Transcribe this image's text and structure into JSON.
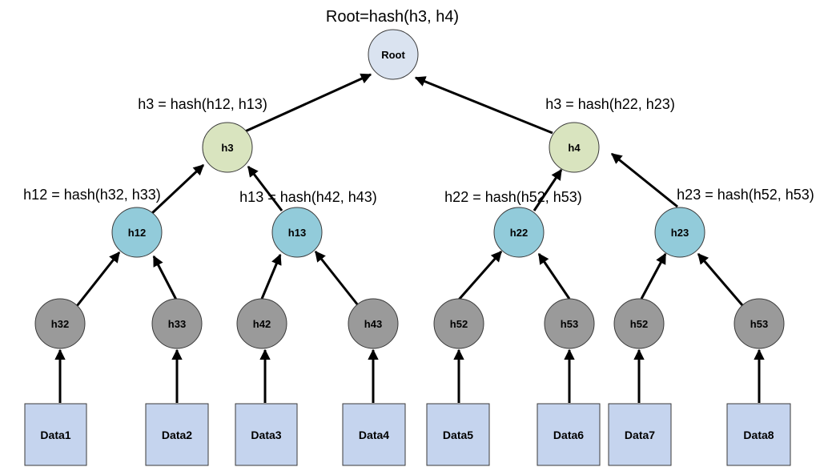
{
  "colors": {
    "root_fill": "#dae3f0",
    "level1_fill": "#d9e4bf",
    "level2_fill": "#92cbda",
    "leaf_fill": "#9a9a9a",
    "data_fill": "#c5d4ee",
    "edge": "#000000"
  },
  "formulas": {
    "root": "Root=hash(h3, h4)",
    "h3_left": "h3 = hash(h12, h13)",
    "h3_right": "h3 = hash(h22, h23)",
    "h12": "h12 = hash(h32, h33)",
    "h13": "h13 = hash(h42, h43)",
    "h22": "h22 = hash(h52, h53)",
    "h23": "h23 = hash(h52, h53)"
  },
  "nodes": {
    "root": "Root",
    "h3": "h3",
    "h4": "h4",
    "h12": "h12",
    "h13": "h13",
    "h22": "h22",
    "h23": "h23",
    "leaves": [
      "h32",
      "h33",
      "h42",
      "h43",
      "h52",
      "h53",
      "h52",
      "h53"
    ]
  },
  "data_blocks": [
    "Data1",
    "Data2",
    "Data3",
    "Data4",
    "Data5",
    "Data6",
    "Data7",
    "Data8"
  ]
}
